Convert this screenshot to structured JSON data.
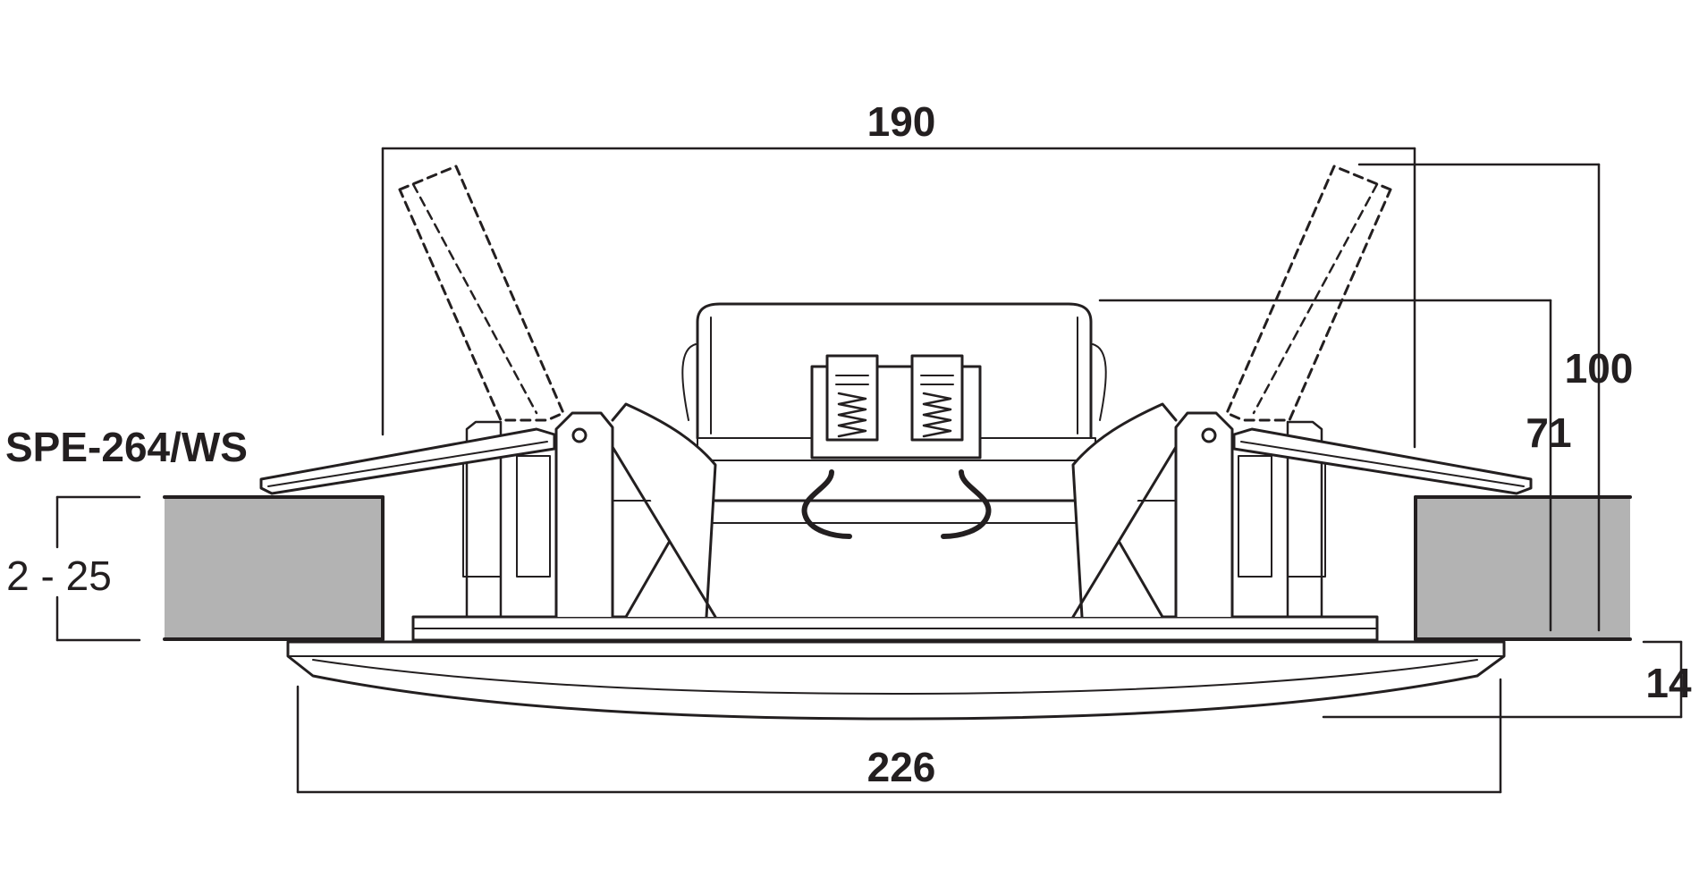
{
  "model": "SPE-264/WS",
  "dimensions": {
    "top_width": "190",
    "bottom_width": "226",
    "total_height": "100",
    "body_height": "71",
    "flange_height": "14",
    "wall_thickness": "2 - 25"
  },
  "colors": {
    "line": "#231f20",
    "ceiling": "#b3b3b3",
    "background": "#ffffff"
  }
}
